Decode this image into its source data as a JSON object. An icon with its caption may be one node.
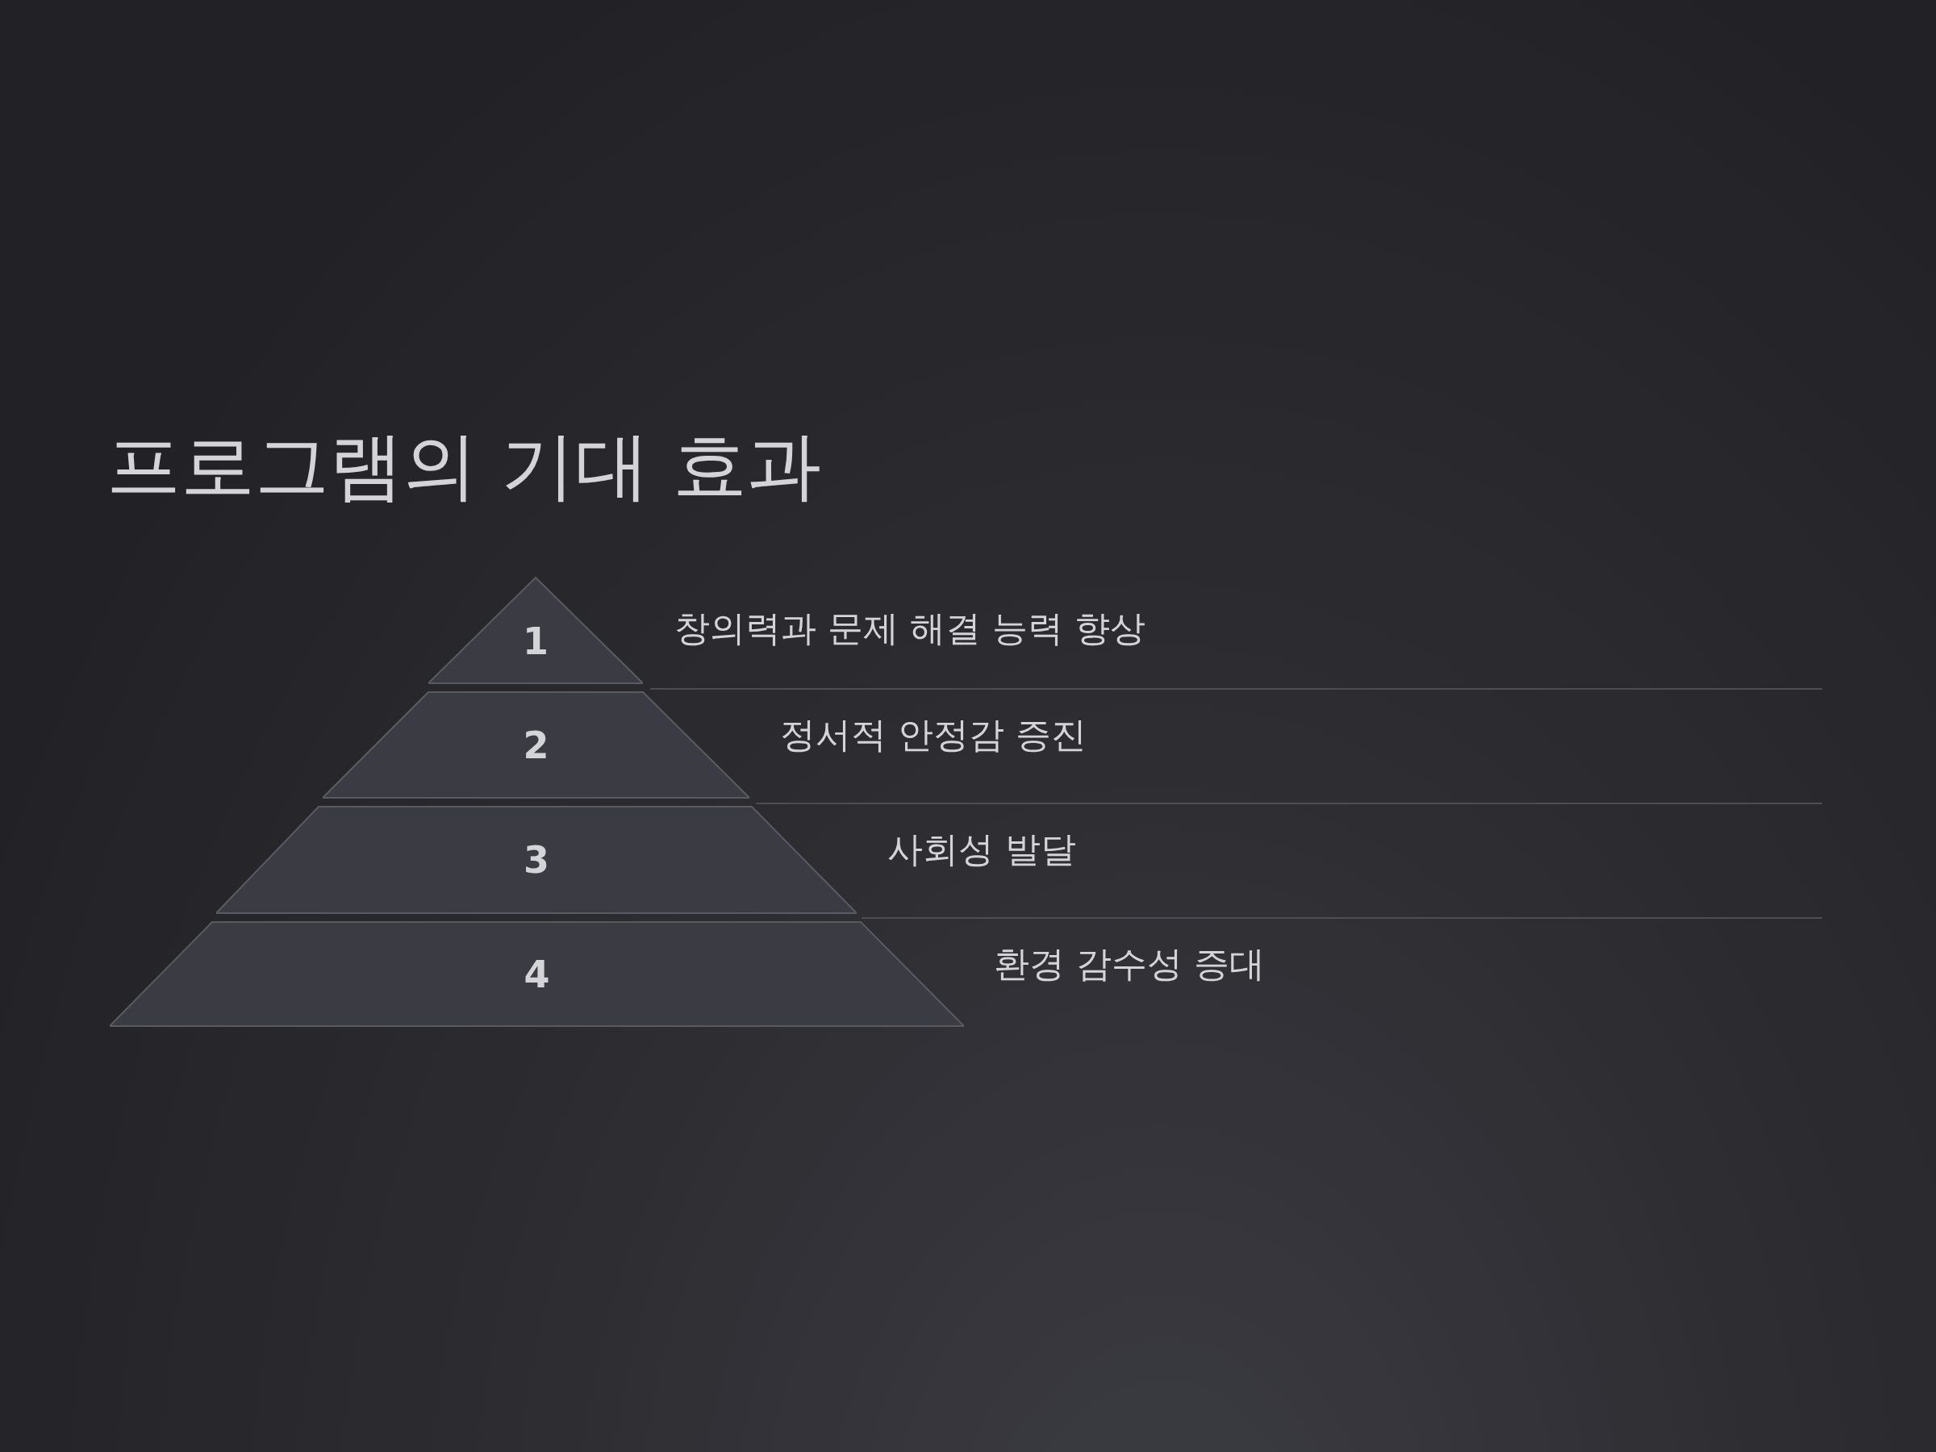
{
  "diagram": {
    "title": "프로그램의 기대 효과",
    "nodes": [
      {
        "text": [
          "1"
        ],
        "beside": [
          "창의력과 문제 해결 능력 향상"
        ]
      },
      {
        "text": [
          "2"
        ],
        "beside": [
          "정서적 안정감 증진"
        ]
      },
      {
        "text": [
          "3"
        ],
        "beside": [
          "사회성 발달"
        ]
      },
      {
        "text": [
          "4"
        ],
        "beside": [
          "환경 감수성 증대"
        ]
      }
    ]
  }
}
